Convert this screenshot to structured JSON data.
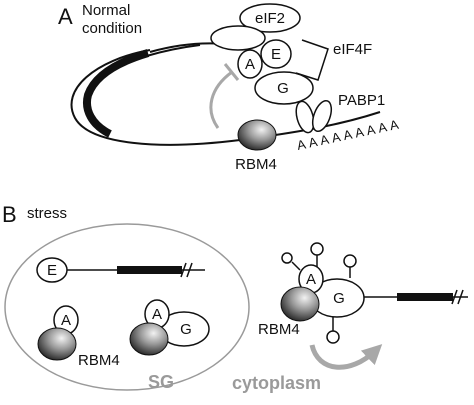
{
  "panel_a": {
    "letter": "A",
    "condition": [
      "Normal",
      "condition"
    ],
    "eif2": "eIF2",
    "eif4f": "eIF4F",
    "a": "A",
    "e": "E",
    "g": "G",
    "pabp1": "PABP1",
    "polya": "A A A A A A A A A",
    "rbm4": "RBM4"
  },
  "panel_b": {
    "letter": "B",
    "condition": "stress",
    "e": "E",
    "a1": "A",
    "a2": "A",
    "g": "G",
    "rbm4_left": "RBM4",
    "sg": "SG",
    "cytoplasm": "cytoplasm",
    "a_right": "A",
    "g_right": "G",
    "rbm4_right": "RBM4"
  },
  "colors": {
    "line": "#111111",
    "grey_arrow": "#a8a8a8",
    "sg_outline": "#9a9a9a",
    "sphere_dark": "#222222",
    "sphere_light": "#e6e6e6"
  }
}
